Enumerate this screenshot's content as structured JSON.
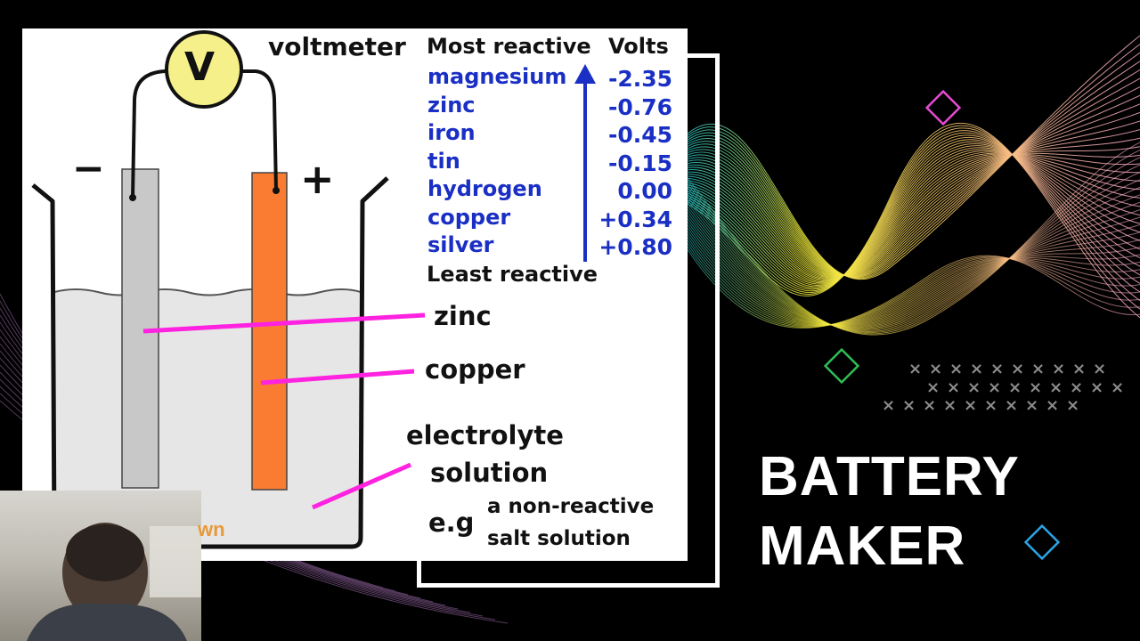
{
  "slide": {
    "title_line1": "BATTERY",
    "title_line2": "MAKER"
  },
  "diagram": {
    "voltmeter_symbol": "V",
    "voltmeter_label": "voltmeter",
    "negative_terminal": "−",
    "positive_terminal": "+",
    "labels": {
      "zinc": "zinc",
      "copper": "copper",
      "electrolyte_line1": "electrolyte",
      "electrolyte_line2": "solution",
      "eg": "e.g",
      "example_line1": "a non-reactive",
      "example_line2": "salt solution"
    },
    "colors": {
      "zinc_electrode": "#c8c8c8",
      "copper_electrode": "#f97c32",
      "pointer_lines": "#ff22e0",
      "series_text": "#1a2fc4",
      "voltmeter_fill": "#f5f08a"
    }
  },
  "reactivity": {
    "header_most": "Most reactive",
    "header_volts": "Volts",
    "footer_least": "Least reactive",
    "metals": [
      {
        "name": "magnesium",
        "volts": "-2.35"
      },
      {
        "name": "zinc",
        "volts": "-0.76"
      },
      {
        "name": "iron",
        "volts": "-0.45"
      },
      {
        "name": "tin",
        "volts": "-0.15"
      },
      {
        "name": "hydrogen",
        "volts": "0.00"
      },
      {
        "name": "copper",
        "volts": "+0.34"
      },
      {
        "name": "silver",
        "volts": "+0.80"
      }
    ]
  },
  "webcam": {
    "ghost_text": "wn"
  }
}
